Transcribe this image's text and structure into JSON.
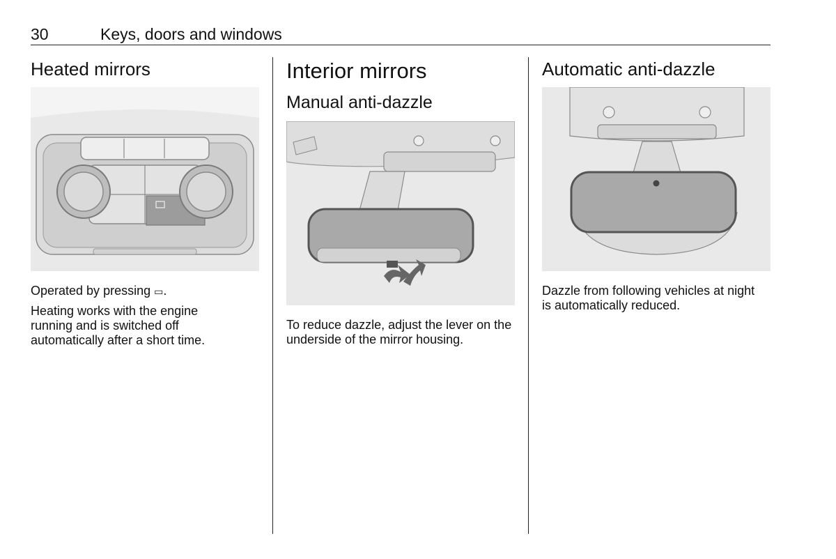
{
  "header": {
    "page_number": "30",
    "chapter": "Keys, doors and windows"
  },
  "col1": {
    "title": "Heated mirrors",
    "p1_pre": "Operated by pressing ",
    "p1_symbol": "▭",
    "p1_post": ".",
    "p2": "Heating works with the engine running and is switched off automatically after a short time."
  },
  "col2": {
    "title": "Interior mirrors",
    "subtitle": "Manual anti-dazzle",
    "p1": "To reduce dazzle, adjust the lever on the underside of the mirror housing."
  },
  "col3": {
    "title": "Automatic anti-dazzle",
    "p1": "Dazzle from following vehicles at night is automatically reduced."
  },
  "colors": {
    "figure_bg": "#e9e9e9",
    "mirror_glass": "#a9a9a9",
    "button_dark": "#9c9c9c"
  }
}
